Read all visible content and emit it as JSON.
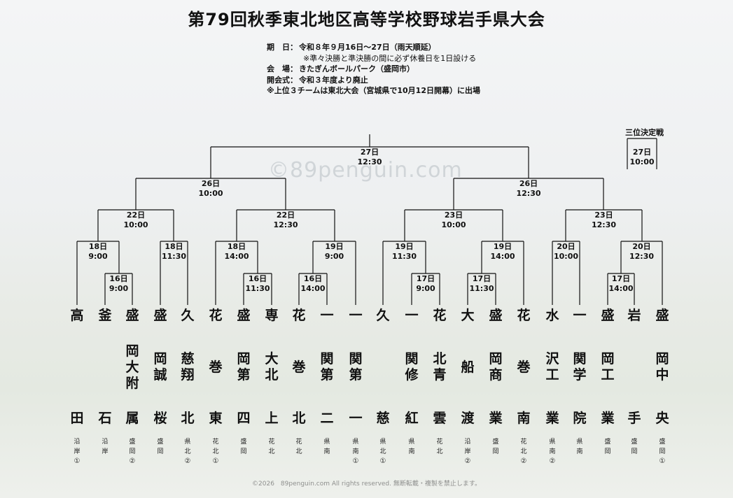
{
  "title": "第79回秋季東北地区高等学校野球岩手県大会",
  "watermark": "©89penguin.com",
  "info": {
    "period_label": "期　日：",
    "period_value": "令和８年９月16日～27日（雨天順延）",
    "period_note": "※準々決勝と準決勝の間に必ず休養日を1日設ける",
    "venue_label": "会　場：",
    "venue_value": "きたぎんボールパーク（盛岡市）",
    "ceremony_label": "開会式：",
    "ceremony_value": "令和３年度より廃止",
    "note": "※上位３チームは東北大会（宮城県で10月12日開幕）に出場"
  },
  "third_place": {
    "title": "三位決定戦",
    "date": "27日",
    "time": "10:00"
  },
  "games": [
    {
      "id": "final",
      "date": "27日",
      "time": "12:30"
    },
    {
      "id": "sf1",
      "date": "26日",
      "time": "10:00"
    },
    {
      "id": "sf2",
      "date": "26日",
      "time": "12:30"
    },
    {
      "id": "qf1",
      "date": "22日",
      "time": "10:00"
    },
    {
      "id": "qf2",
      "date": "22日",
      "time": "12:30"
    },
    {
      "id": "qf3",
      "date": "23日",
      "time": "10:00"
    },
    {
      "id": "qf4",
      "date": "23日",
      "time": "12:30"
    },
    {
      "id": "r2a",
      "date": "18日",
      "time": "9:00"
    },
    {
      "id": "r2b",
      "date": "18日",
      "time": "11:30"
    },
    {
      "id": "r2c",
      "date": "18日",
      "time": "14:00"
    },
    {
      "id": "r2d",
      "date": "19日",
      "time": "9:00"
    },
    {
      "id": "r2e",
      "date": "19日",
      "time": "11:30"
    },
    {
      "id": "r2f",
      "date": "19日",
      "time": "14:00"
    },
    {
      "id": "r2g",
      "date": "20日",
      "time": "10:00"
    },
    {
      "id": "r2h",
      "date": "20日",
      "time": "12:30"
    },
    {
      "id": "r1a",
      "date": "16日",
      "time": "9:00"
    },
    {
      "id": "r1b",
      "date": "16日",
      "time": "11:30"
    },
    {
      "id": "r1c",
      "date": "16日",
      "time": "14:00"
    },
    {
      "id": "r1d",
      "date": "17日",
      "time": "9:00"
    },
    {
      "id": "r1e",
      "date": "17日",
      "time": "11:30"
    },
    {
      "id": "r1f",
      "date": "17日",
      "time": "14:00"
    }
  ],
  "teams": [
    {
      "first": "高",
      "middle": [],
      "last": "田",
      "region": "沿岸",
      "seed": "①"
    },
    {
      "first": "釜",
      "middle": [],
      "last": "石",
      "region": "沿岸",
      "seed": ""
    },
    {
      "first": "盛",
      "middle": [
        "岡",
        "大",
        "附"
      ],
      "last": "属",
      "region": "盛岡",
      "seed": "②"
    },
    {
      "first": "盛",
      "middle": [
        "岡",
        "誠"
      ],
      "last": "桜",
      "region": "盛岡",
      "seed": ""
    },
    {
      "first": "久",
      "middle": [
        "慈",
        "翔"
      ],
      "last": "北",
      "region": "県北",
      "seed": "②"
    },
    {
      "first": "花",
      "middle": [
        "巻"
      ],
      "last": "東",
      "region": "花北",
      "seed": "①"
    },
    {
      "first": "盛",
      "middle": [
        "岡",
        "第"
      ],
      "last": "四",
      "region": "盛岡",
      "seed": ""
    },
    {
      "first": "専",
      "middle": [
        "大",
        "北"
      ],
      "last": "上",
      "region": "花北",
      "seed": ""
    },
    {
      "first": "花",
      "middle": [
        "巻"
      ],
      "last": "北",
      "region": "花北",
      "seed": ""
    },
    {
      "first": "一",
      "middle": [
        "関",
        "第"
      ],
      "last": "二",
      "region": "県南",
      "seed": ""
    },
    {
      "first": "一",
      "middle": [
        "関",
        "第"
      ],
      "last": "一",
      "region": "県南",
      "seed": "①"
    },
    {
      "first": "久",
      "middle": [],
      "last": "慈",
      "region": "県北",
      "seed": "①"
    },
    {
      "first": "一",
      "middle": [
        "関",
        "修"
      ],
      "last": "紅",
      "region": "県南",
      "seed": ""
    },
    {
      "first": "花",
      "middle": [
        "北",
        "青"
      ],
      "last": "雲",
      "region": "花北",
      "seed": ""
    },
    {
      "first": "大",
      "middle": [
        "船"
      ],
      "last": "渡",
      "region": "沿岸",
      "seed": "②"
    },
    {
      "first": "盛",
      "middle": [
        "岡",
        "商"
      ],
      "last": "業",
      "region": "盛岡",
      "seed": ""
    },
    {
      "first": "花",
      "middle": [
        "巻"
      ],
      "last": "南",
      "region": "花北",
      "seed": "②"
    },
    {
      "first": "水",
      "middle": [
        "沢",
        "工"
      ],
      "last": "業",
      "region": "県南",
      "seed": "②"
    },
    {
      "first": "一",
      "middle": [
        "関",
        "学"
      ],
      "last": "院",
      "region": "県南",
      "seed": ""
    },
    {
      "first": "盛",
      "middle": [
        "岡",
        "工"
      ],
      "last": "業",
      "region": "盛岡",
      "seed": ""
    },
    {
      "first": "岩",
      "middle": [],
      "last": "手",
      "region": "盛岡",
      "seed": ""
    },
    {
      "first": "盛",
      "middle": [
        "岡",
        "中"
      ],
      "last": "央",
      "region": "盛岡",
      "seed": "①"
    }
  ],
  "footer": "©2026　89penguin.com All rights reserved. 無断転載・複製を禁止します。"
}
